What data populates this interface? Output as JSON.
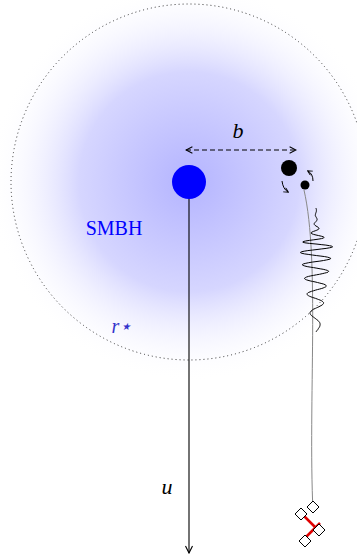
{
  "diagram": {
    "labels": [
      "b",
      "SMBH",
      "r⋆",
      "u"
    ]
  }
}
